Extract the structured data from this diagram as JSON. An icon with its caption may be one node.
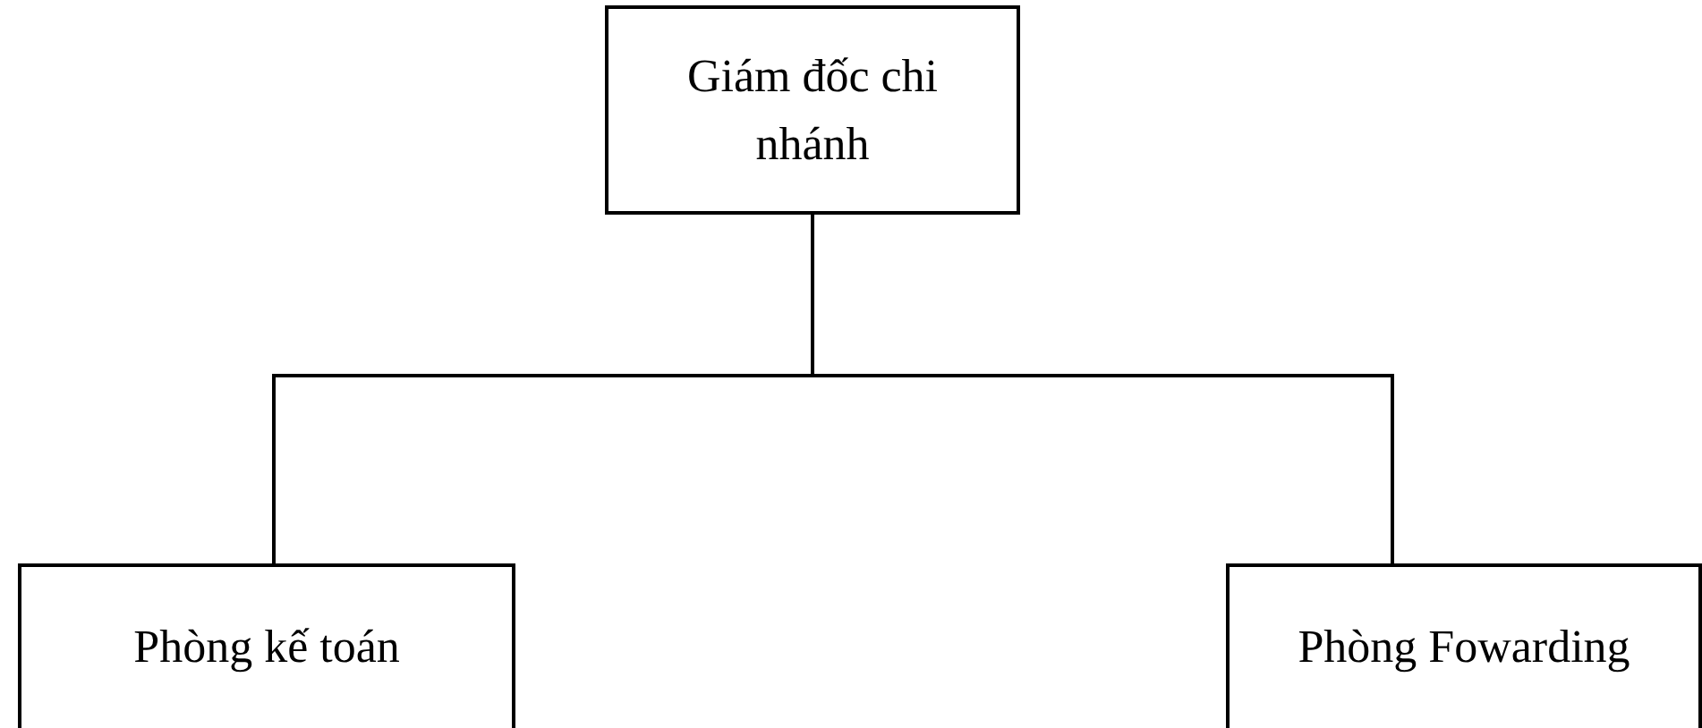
{
  "diagram": {
    "nodes": [
      {
        "text": [
          "Giám đốc chi nhánh"
        ]
      },
      {
        "text": [
          "Phòng kế toán"
        ]
      },
      {
        "text": [
          "Phòng Fowarding"
        ]
      }
    ],
    "edges": [
      {
        "from": 0,
        "to": 1,
        "arrow": "none"
      },
      {
        "from": 0,
        "to": 2,
        "arrow": "none"
      }
    ]
  }
}
